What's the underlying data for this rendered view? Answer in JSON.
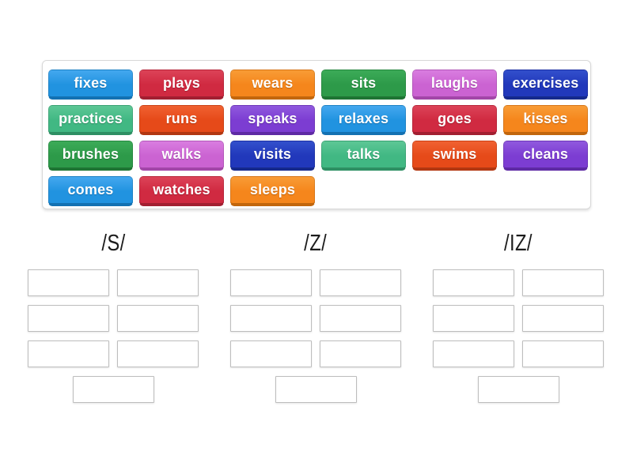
{
  "board": {
    "palette": {
      "blue": {
        "light": "#44a8ef",
        "base": "#2193e0",
        "dark": "#1371b2"
      },
      "crimson": {
        "light": "#dc4358",
        "base": "#d02a41",
        "dark": "#a21f31"
      },
      "orange": {
        "light": "#f89c36",
        "base": "#f5861c",
        "dark": "#c2660c"
      },
      "green": {
        "light": "#3cab58",
        "base": "#2d9a49",
        "dark": "#1e7433"
      },
      "orchid": {
        "light": "#d97de0",
        "base": "#cb63d2",
        "dark": "#a246a8"
      },
      "darkblue": {
        "light": "#3350cc",
        "base": "#2138bb",
        "dark": "#15298c"
      },
      "seagreen": {
        "light": "#5dc796",
        "base": "#41b883",
        "dark": "#2e8f63"
      },
      "orangered": {
        "light": "#f06131",
        "base": "#e64a19",
        "dark": "#b23711"
      },
      "purple": {
        "light": "#9059de",
        "base": "#7c3dd2",
        "dark": "#5e2aa4"
      }
    },
    "tiles": [
      {
        "label": "fixes",
        "color": "blue"
      },
      {
        "label": "plays",
        "color": "crimson"
      },
      {
        "label": "wears",
        "color": "orange"
      },
      {
        "label": "sits",
        "color": "green"
      },
      {
        "label": "laughs",
        "color": "orchid"
      },
      {
        "label": "exercises",
        "color": "darkblue"
      },
      {
        "label": "practices",
        "color": "seagreen"
      },
      {
        "label": "runs",
        "color": "orangered"
      },
      {
        "label": "speaks",
        "color": "purple"
      },
      {
        "label": "relaxes",
        "color": "blue"
      },
      {
        "label": "goes",
        "color": "crimson"
      },
      {
        "label": "kisses",
        "color": "orange"
      },
      {
        "label": "brushes",
        "color": "green"
      },
      {
        "label": "walks",
        "color": "orchid"
      },
      {
        "label": "visits",
        "color": "darkblue"
      },
      {
        "label": "talks",
        "color": "seagreen"
      },
      {
        "label": "swims",
        "color": "orangered"
      },
      {
        "label": "cleans",
        "color": "purple"
      },
      {
        "label": "comes",
        "color": "blue"
      },
      {
        "label": "watches",
        "color": "crimson"
      },
      {
        "label": "sleeps",
        "color": "orange"
      }
    ]
  },
  "groups": [
    {
      "label": "/S/",
      "grid_slots": 6,
      "bottom_slots": 1
    },
    {
      "label": "/Z/",
      "grid_slots": 6,
      "bottom_slots": 1
    },
    {
      "label": "/IZ/",
      "grid_slots": 6,
      "bottom_slots": 1
    }
  ]
}
